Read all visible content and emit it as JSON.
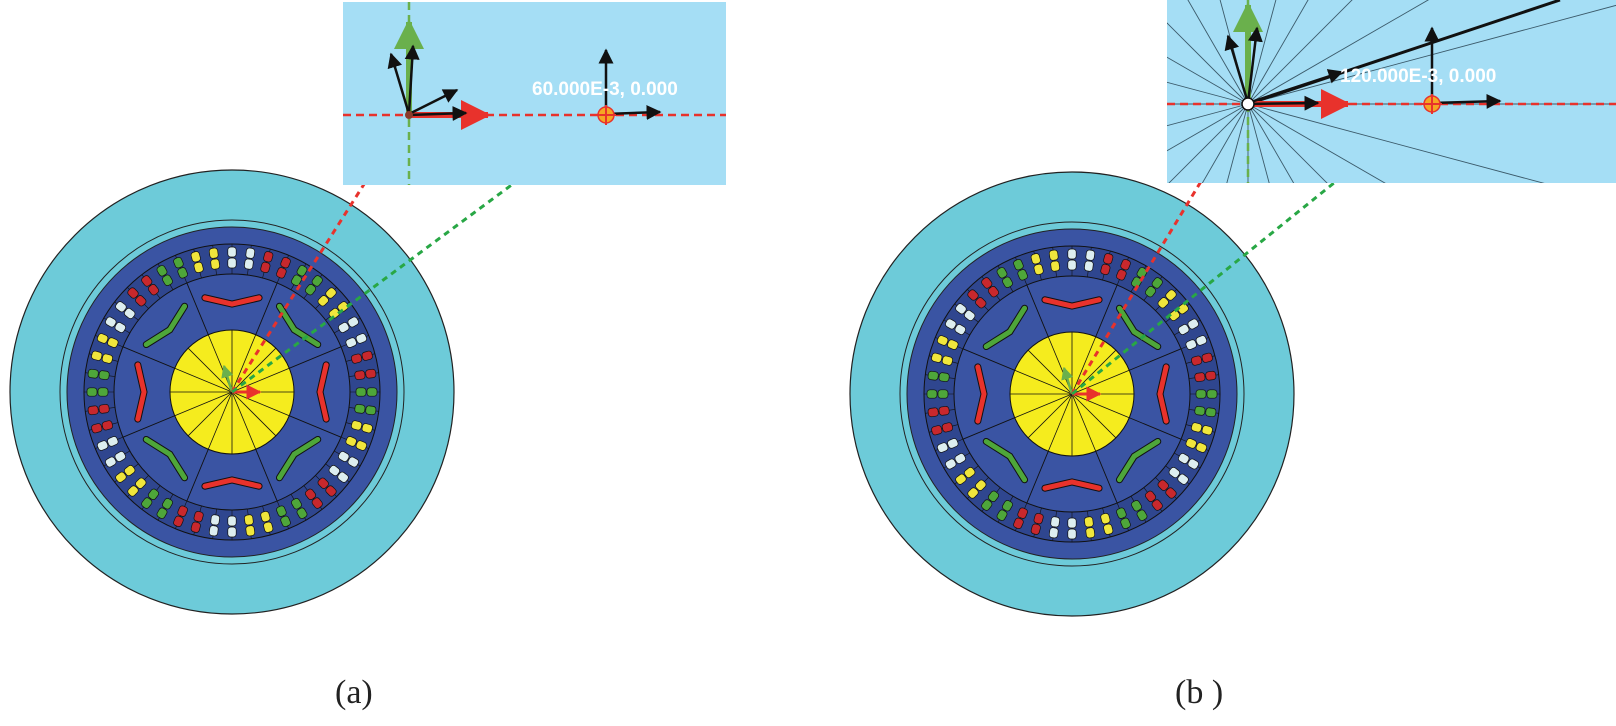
{
  "panels": [
    {
      "id": "a",
      "caption": "(a)",
      "coord_label": "60.000E-3, 0.000"
    },
    {
      "id": "b",
      "caption": "(b )",
      "coord_label": "120.000E-3, 0.000"
    }
  ],
  "colors": {
    "housing": "#6dcbd9",
    "stator_core": "#3a54a3",
    "rotor_core": "#3a54a3",
    "shaft": "#f5ec1e",
    "magnet": "#e8322c",
    "coil_red": "#c8282d",
    "coil_green": "#4ea63a",
    "coil_yellow": "#f0e63c",
    "coil_white": "#ddeef0",
    "inset_background": "#a5def5",
    "x_axis_arrow": "#e8322c",
    "y_axis_arrow": "#6ab04c",
    "origin_link": "#e8322c",
    "point_link": "#28a745"
  },
  "icons": {
    "origin_marker": "circle",
    "point_marker": "crosshair-circle"
  }
}
